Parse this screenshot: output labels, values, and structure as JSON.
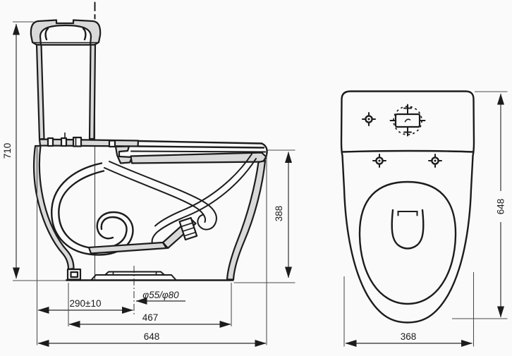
{
  "drawing": {
    "kind": "toilet-technical-drawing",
    "colors": {
      "background": "#fafafa",
      "line": "#1c1c1c",
      "wall_fill": "#d9d9d9",
      "dimension": "#2b2b2b"
    },
    "side_view": {
      "dimensions": {
        "overall_height": "710",
        "rim_height": "388",
        "outlet_center_distance": "290±10",
        "base_depth": "467",
        "overall_depth": "648",
        "outlet_diameters": "φ55/φ80"
      }
    },
    "top_view": {
      "dimensions": {
        "overall_depth": "648",
        "overall_width": "368"
      }
    }
  }
}
